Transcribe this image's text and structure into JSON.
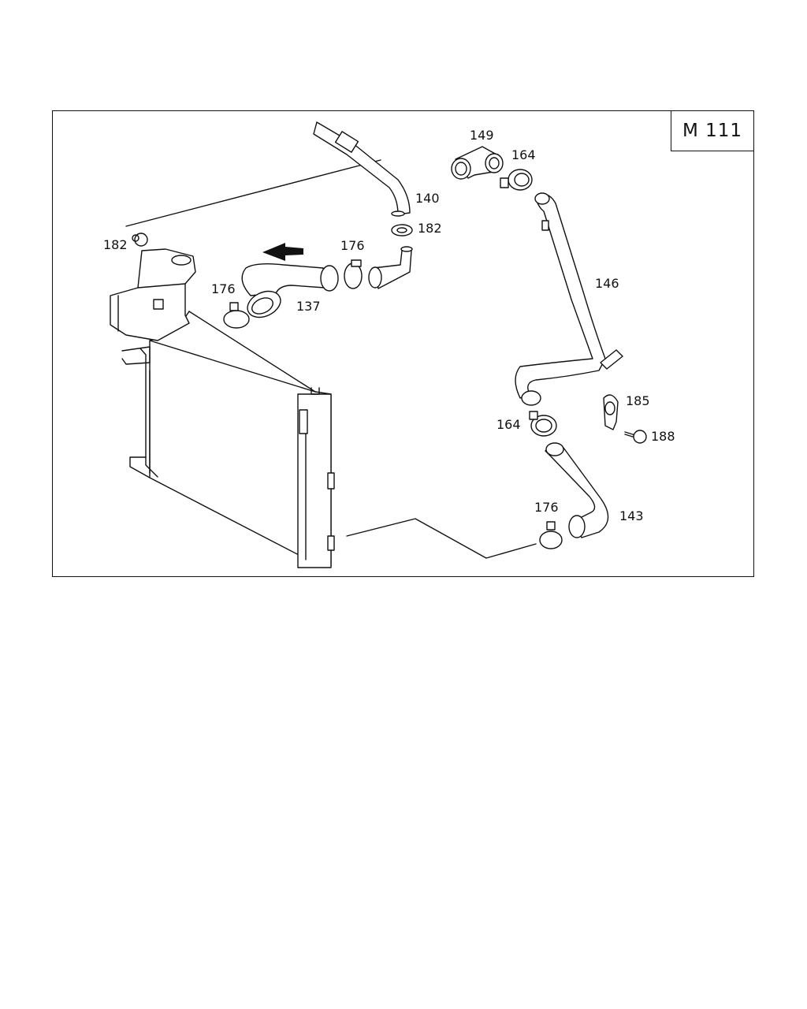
{
  "diagram": {
    "model_label": "M 111",
    "parts": [
      {
        "id": "p140",
        "number": "140"
      },
      {
        "id": "p149",
        "number": "149"
      },
      {
        "id": "p164a",
        "number": "164"
      },
      {
        "id": "p182a",
        "number": "182"
      },
      {
        "id": "p182b",
        "number": "182"
      },
      {
        "id": "p176a",
        "number": "176"
      },
      {
        "id": "p176b",
        "number": "176"
      },
      {
        "id": "p137",
        "number": "137"
      },
      {
        "id": "p146",
        "number": "146"
      },
      {
        "id": "p185",
        "number": "185"
      },
      {
        "id": "p164b",
        "number": "164"
      },
      {
        "id": "p188",
        "number": "188"
      },
      {
        "id": "p176c",
        "number": "176"
      },
      {
        "id": "p143",
        "number": "143"
      }
    ]
  },
  "colors": {
    "line": "#111111",
    "background": "#ffffff"
  }
}
